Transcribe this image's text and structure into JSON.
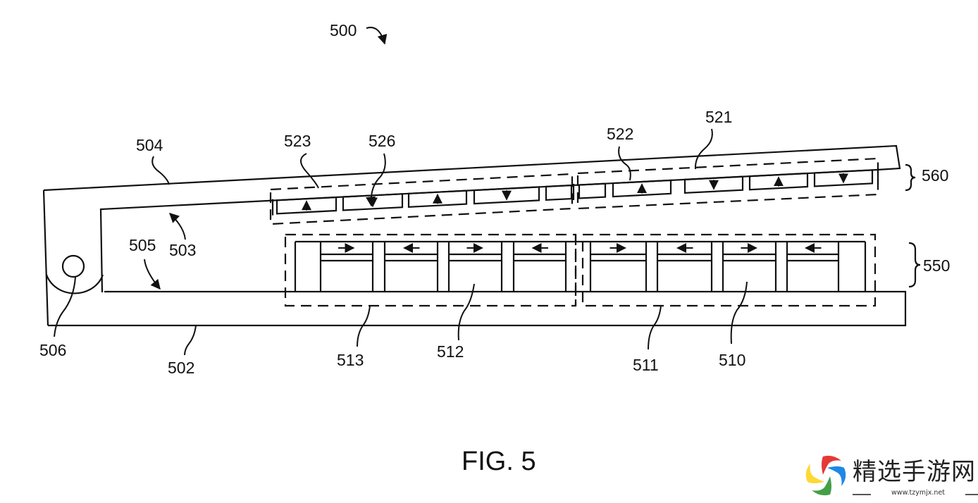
{
  "figure": {
    "caption": "FIG. 5",
    "main_ref": "500",
    "labels": {
      "r500": "500",
      "r502": "502",
      "r503": "503",
      "r504": "504",
      "r505": "505",
      "r506": "506",
      "r510": "510",
      "r511": "511",
      "r512": "512",
      "r513": "513",
      "r521": "521",
      "r522": "522",
      "r523": "523",
      "r526": "526",
      "r550": "550",
      "r560": "560"
    },
    "upper_magnet_arrows": [
      "up",
      "down",
      "up",
      "down",
      "none",
      "none",
      "up",
      "down",
      "up",
      "down"
    ],
    "lower_magnet_arrows": [
      "right",
      "left",
      "right",
      "left",
      "right",
      "left",
      "right",
      "left"
    ]
  },
  "watermark": {
    "title": "精选手游网",
    "url": "www.tzymjx.net",
    "colors": [
      "#e53935",
      "#1e88e5",
      "#43a047",
      "#fdd835"
    ]
  }
}
